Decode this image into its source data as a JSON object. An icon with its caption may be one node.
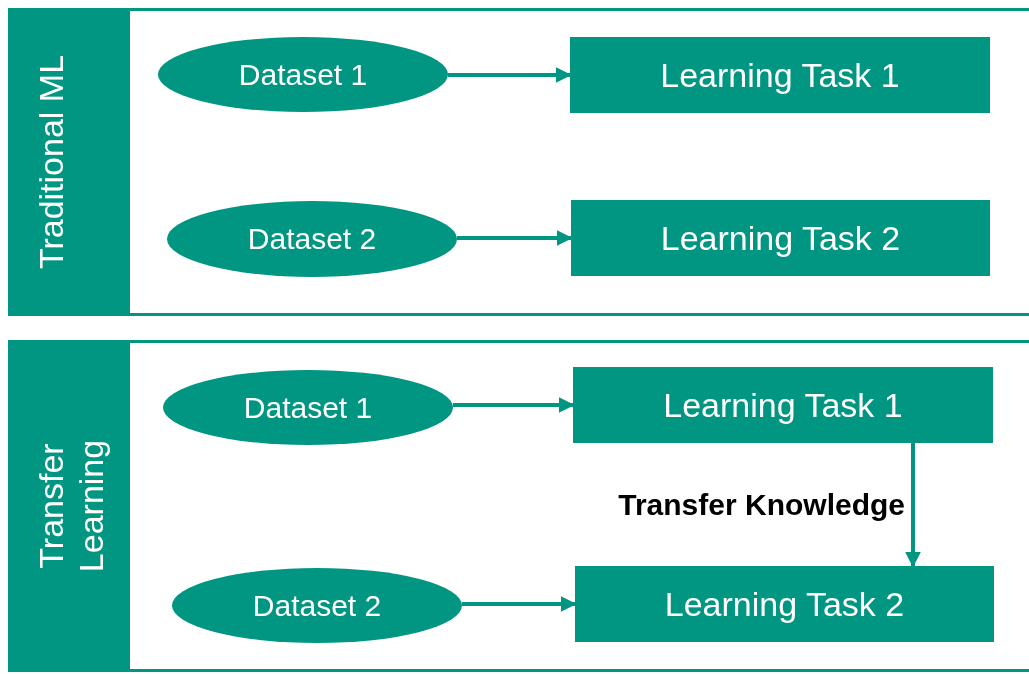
{
  "diagram": {
    "nodes": [
      {
        "text": [
          "Traditional ML"
        ]
      },
      {
        "text": [
          "Dataset 1"
        ],
        "in": 0
      },
      {
        "text": [
          "Learning Task 1"
        ],
        "in": 0
      },
      {
        "text": [
          "Dataset 2"
        ],
        "in": 0
      },
      {
        "text": [
          "Learning Task 2"
        ],
        "in": 0
      },
      {
        "text": [
          "Transfer Learning"
        ]
      },
      {
        "text": [
          "Dataset 1"
        ],
        "in": 5
      },
      {
        "text": [
          "Learning Task 1"
        ],
        "in": 5
      },
      {
        "text": [
          "Dataset 2"
        ],
        "in": 5
      },
      {
        "text": [
          "Learning Task 2"
        ],
        "in": 5
      }
    ],
    "edges": [
      {
        "from": 1,
        "to": 2,
        "arrow": "to"
      },
      {
        "from": 3,
        "to": 4,
        "arrow": "to"
      },
      {
        "from": 6,
        "to": 7,
        "arrow": "to"
      },
      {
        "from": 8,
        "to": 9,
        "arrow": "to"
      },
      {
        "from": 7,
        "to": 9,
        "arrow": "to",
        "label": "Transfer Knowledge"
      }
    ]
  }
}
